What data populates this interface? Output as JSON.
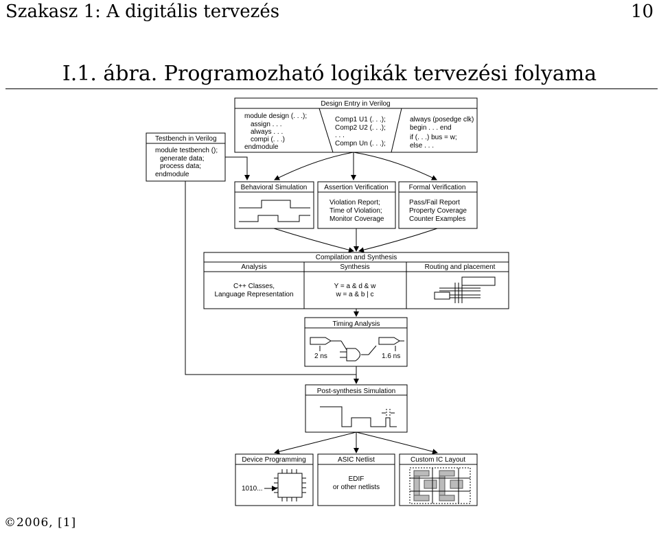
{
  "header": {
    "section": "Szakasz 1: A digitális tervezés",
    "page_number": "10"
  },
  "figure": {
    "caption": "I.1. ábra. Programozható logikák tervezési folyama"
  },
  "design_entry": {
    "title": "Design Entry in Verilog",
    "col1": [
      "module design (. . .);",
      "assign . . .",
      "always . . .",
      "compi (. . .)",
      "endmodule"
    ],
    "col2": [
      "Comp1 U1 (. . .);",
      "Comp2 U2 (. . .);",
      ". . .",
      "Compn Un (. . .);"
    ],
    "col3": [
      "always (posedge clk)",
      "begin . . . end",
      "if (. . .)  bus = w;",
      "else . . ."
    ]
  },
  "testbench": {
    "title": "Testbench in Verilog",
    "lines": [
      "module testbench ();",
      "generate data;",
      "process data;",
      "endmodule"
    ]
  },
  "behavioral": {
    "title": "Behavioral Simulation"
  },
  "assertion": {
    "title": "Assertion Verification",
    "lines": [
      "Violation Report;",
      "Time of Violation;",
      "Monitor Coverage"
    ]
  },
  "formal": {
    "title": "Formal Verification",
    "lines": [
      "Pass/Fail Report",
      "Property Coverage",
      "Counter Examples"
    ]
  },
  "compilation": {
    "title": "Compilation and Synthesis",
    "analysis_title": "Analysis",
    "synthesis_title": "Synthesis",
    "routing_title": "Routing and placement",
    "analysis_lines": [
      "C++ Classes,",
      "Language Representation"
    ],
    "synthesis_lines": [
      "Y = a & d & w",
      "w = a & b | c"
    ]
  },
  "timing": {
    "title": "Timing Analysis",
    "left_delay": "2 ns",
    "right_delay": "1.6 ns"
  },
  "postsynth": {
    "title": "Post-synthesis Simulation"
  },
  "device": {
    "title": "Device Programming",
    "bits": "1010..."
  },
  "asic": {
    "title": "ASIC Netlist",
    "lines": [
      "EDIF",
      "or other netlists"
    ]
  },
  "custom_ic": {
    "title": "Custom IC Layout"
  },
  "footer": {
    "copyright": "©2006, [1]"
  }
}
